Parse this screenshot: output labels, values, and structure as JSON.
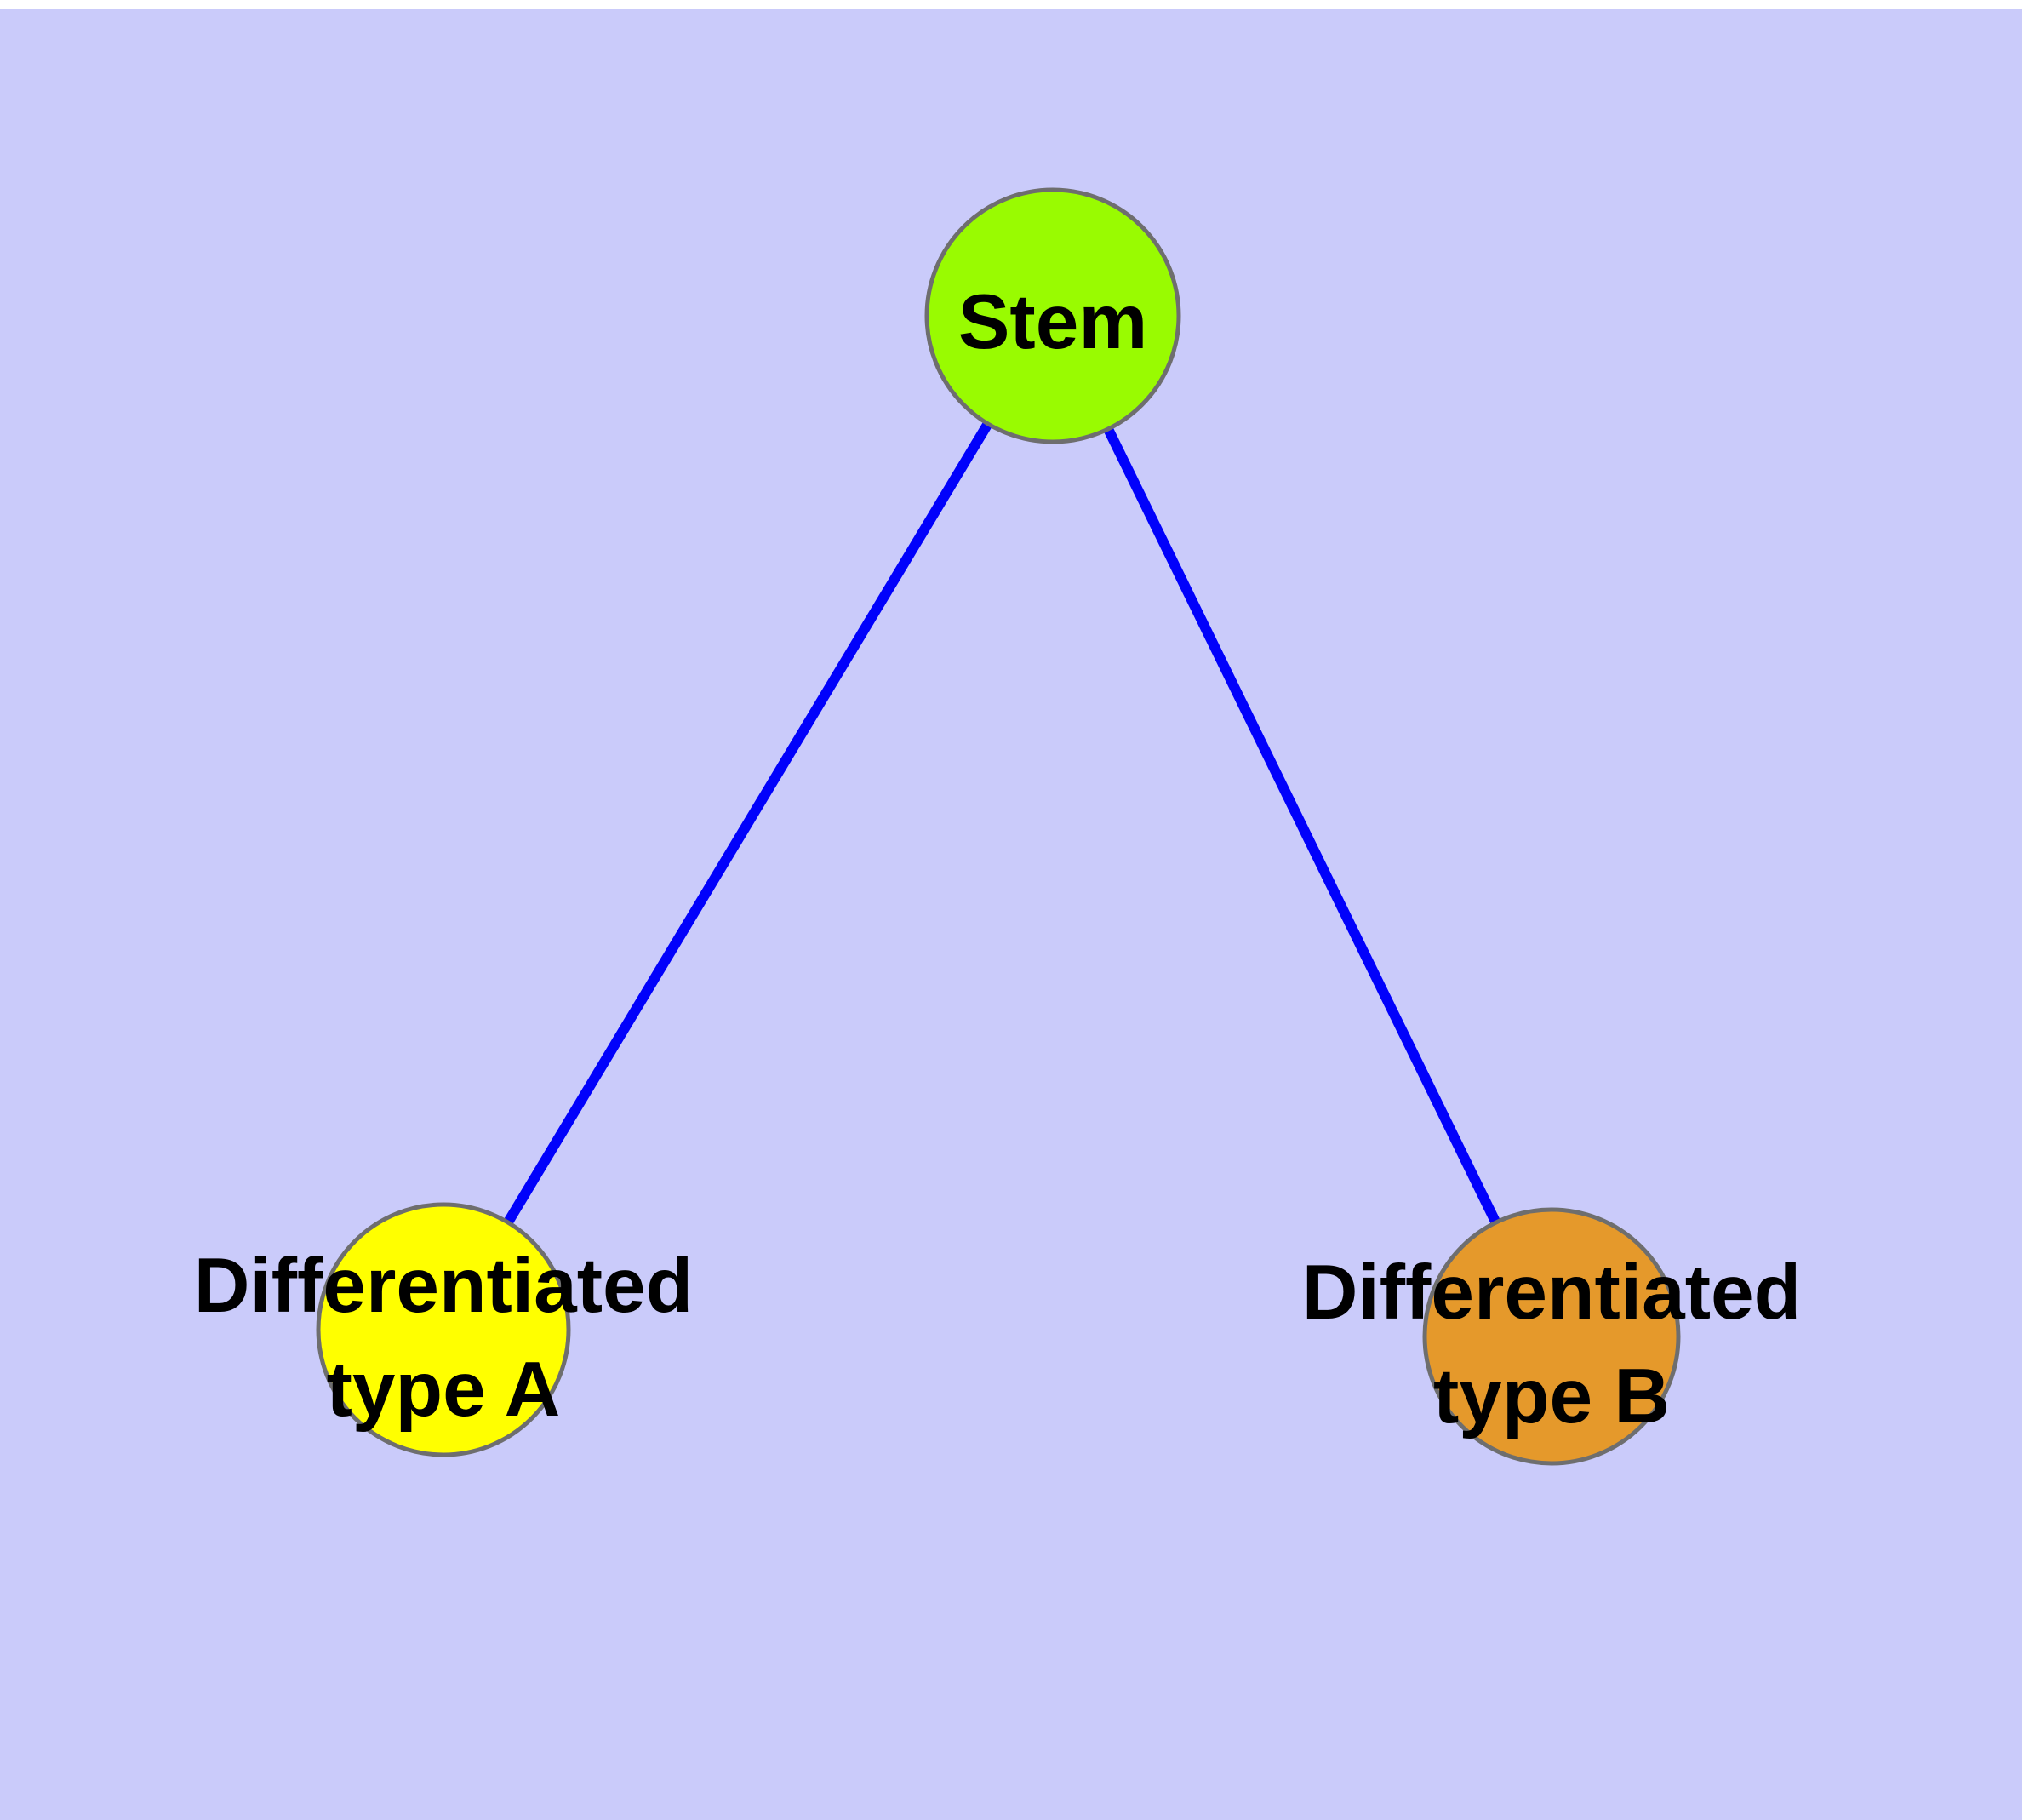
{
  "diagram": {
    "type": "node-edge-graph",
    "background_color": "#CACBFA",
    "page_margin_color": "#FFFFFF",
    "edge_color": "#0101FB",
    "node_border_color": "#6E6E6E",
    "label_color": "#000000",
    "nodes": {
      "stem": {
        "label": "Stem",
        "fill": "#99FB01"
      },
      "type_a": {
        "label": "Differentiated\ntype A",
        "fill": "#FFFF00"
      },
      "type_b": {
        "label": "Differentiated\ntype B",
        "fill": "#E5992B"
      }
    },
    "edges": [
      {
        "from": "Stem",
        "to": "Differentiated type A"
      },
      {
        "from": "Stem",
        "to": "Differentiated type B"
      }
    ]
  }
}
